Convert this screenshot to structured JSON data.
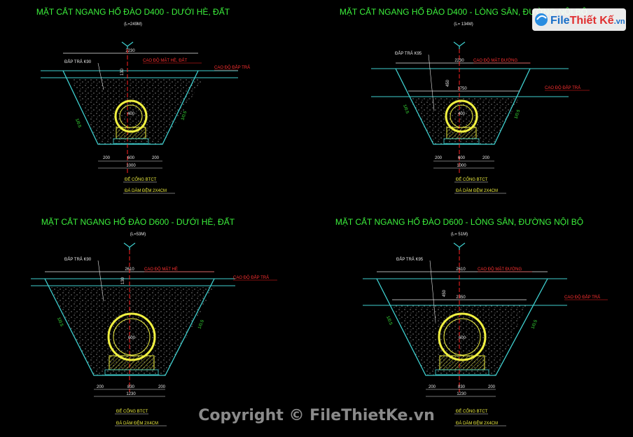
{
  "colors": {
    "background": "#000000",
    "title": "#3cf03c",
    "trench": "#3fd0d0",
    "pipe": "#f0f040",
    "axis": "#ff2020",
    "dim": "#e8e8e8"
  },
  "watermark": "Copyright © FileThietKe.vn",
  "logo": {
    "part1": "File",
    "part2": "Thiết Kế",
    "part3": ".vn"
  },
  "sections": [
    {
      "title": "MẶT CẮT NGANG HỐ ĐÀO D400 - DƯỚI HÈ, ĐẤT",
      "length": "(L=249M)",
      "top_width": "2230",
      "depth_mark": "130",
      "pipe_dia": "400",
      "left_slope": "1/0.5",
      "right_slope": "1/0.5",
      "fill_label": "ĐẮP TRẢ K90",
      "surface_label": "CAO ĐỘ MẶT HÈ, ĐẤT",
      "backfill_level_label": "CAO ĐỘ ĐẮP TRẢ",
      "bottom_dims": [
        "200",
        "600",
        "200"
      ],
      "bottom_total": "1000",
      "base_label": "ĐẾ CỐNG BTCT",
      "cushion_label": "ĐÁ DĂM ĐỆM 2X4CM"
    },
    {
      "title": "MẶT CẮT NGANG HỐ ĐÀO D400 - LÒNG SÂN, ĐƯỜNG NỘI BỘ",
      "length": "(L= 134M)",
      "top_width": "2230",
      "mid_width": "1750",
      "depth_mark": "450",
      "pipe_dia": "400",
      "left_slope": "1/0.5",
      "right_slope": "1/0.5",
      "fill_label": "ĐẮP TRẢ K95",
      "surface_label": "CAO ĐỘ MẶT ĐƯỜNG",
      "backfill_level_label": "CAO ĐỘ ĐẮP TRẢ",
      "bottom_dims": [
        "200",
        "600",
        "200"
      ],
      "bottom_total": "1000",
      "base_label": "ĐẾ CỐNG BTCT",
      "cushion_label": "ĐÁ DĂM ĐỆM 2X4CM"
    },
    {
      "title": "MẶT CẮT NGANG HỐ ĐÀO D600 - DƯỚI HÈ, ĐẤT",
      "length": "(L=53M)",
      "top_width": "2610",
      "depth_mark": "130",
      "pipe_dia": "600",
      "left_slope": "1/0.5",
      "right_slope": "1/0.5",
      "fill_label": "ĐẮP TRẢ K90",
      "surface_label": "CAO ĐỘ MẶT HÈ",
      "backfill_level_label": "CAO ĐỘ ĐẮP TRẢ",
      "bottom_dims": [
        "200",
        "830",
        "200"
      ],
      "bottom_total": "1230",
      "base_label": "ĐẾ CỐNG BTCT",
      "cushion_label": "ĐÁ DĂM ĐỆM 2X4CM"
    },
    {
      "title": "MẶT CẮT NGANG HỐ ĐÀO D600 - LÒNG SÂN, ĐƯỜNG NỘI BỘ",
      "length": "(L= 51M)",
      "top_width": "2610",
      "mid_width": "2350",
      "depth_mark": "450",
      "pipe_dia": "600",
      "left_slope": "1/0.5",
      "right_slope": "1/0.5",
      "fill_label": "ĐẮP TRẢ K95",
      "surface_label": "CAO ĐỘ MẶT ĐƯỜNG",
      "backfill_level_label": "CAO ĐỘ ĐẮP TRẢ",
      "bottom_dims": [
        "200",
        "830",
        "200"
      ],
      "bottom_total": "1230",
      "base_label": "ĐẾ CỐNG BTCT",
      "cushion_label": "ĐÁ DĂM ĐỆM 2X4CM"
    }
  ]
}
